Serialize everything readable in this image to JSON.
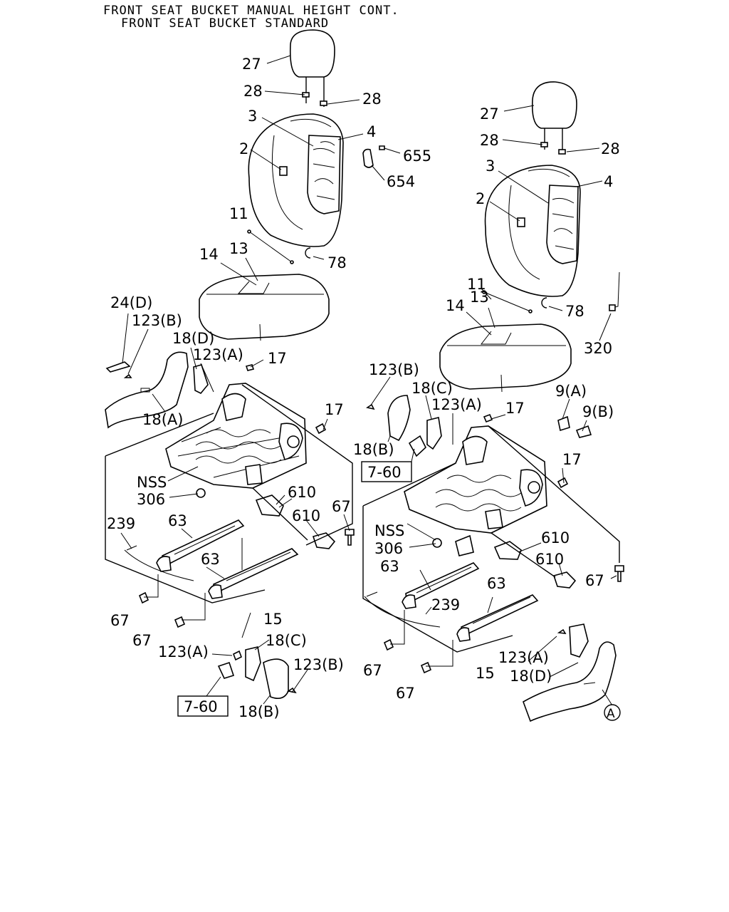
{
  "header": {
    "line1": "FRONT SEAT BUCKET MANUAL HEIGHT CONT.",
    "line2": "FRONT SEAT BUCKET STANDARD"
  },
  "left": {
    "l27": "27",
    "l28a": "28",
    "l28b": "28",
    "l3": "3",
    "l4": "4",
    "l2": "2",
    "l655": "655",
    "l654": "654",
    "l11": "11",
    "l78": "78",
    "l14": "14",
    "l13": "13",
    "l24d": "24(D)",
    "l123b": "123(B)",
    "l18d": "18(D)",
    "l123a": "123(A)",
    "l17a": "17",
    "l17b": "17",
    "l18a": "18(A)",
    "lnss": "NSS",
    "l306": "306",
    "l610a": "610",
    "l610b": "610",
    "l67a": "67",
    "l239": "239",
    "l63a": "63",
    "l63b": "63",
    "l67b": "67",
    "l67c": "67",
    "l15": "15",
    "l123a2": "123(A)",
    "l18c": "18(C)",
    "l123b2": "123(B)",
    "ref": "7-60",
    "l18b": "18(B)"
  },
  "right": {
    "l27": "27",
    "l28a": "28",
    "l28b": "28",
    "l3": "3",
    "l4": "4",
    "l2": "2",
    "l11": "11",
    "l78": "78",
    "l13": "13",
    "l14": "14",
    "l320": "320",
    "l123b": "123(B)",
    "l18c": "18(C)",
    "l123a": "123(A)",
    "l17a": "17",
    "l9a": "9(A)",
    "l9b": "9(B)",
    "l18b": "18(B)",
    "ref": "7-60",
    "l17b": "17",
    "lnss": "NSS",
    "l306": "306",
    "l610a": "610",
    "l610b": "610",
    "l67a": "67",
    "l63a": "63",
    "l239": "239",
    "l63b": "63",
    "l67b": "67",
    "l15": "15",
    "l123a2": "123(A)",
    "l18d": "18(D)",
    "l67c": "67",
    "circle_a": "A"
  }
}
